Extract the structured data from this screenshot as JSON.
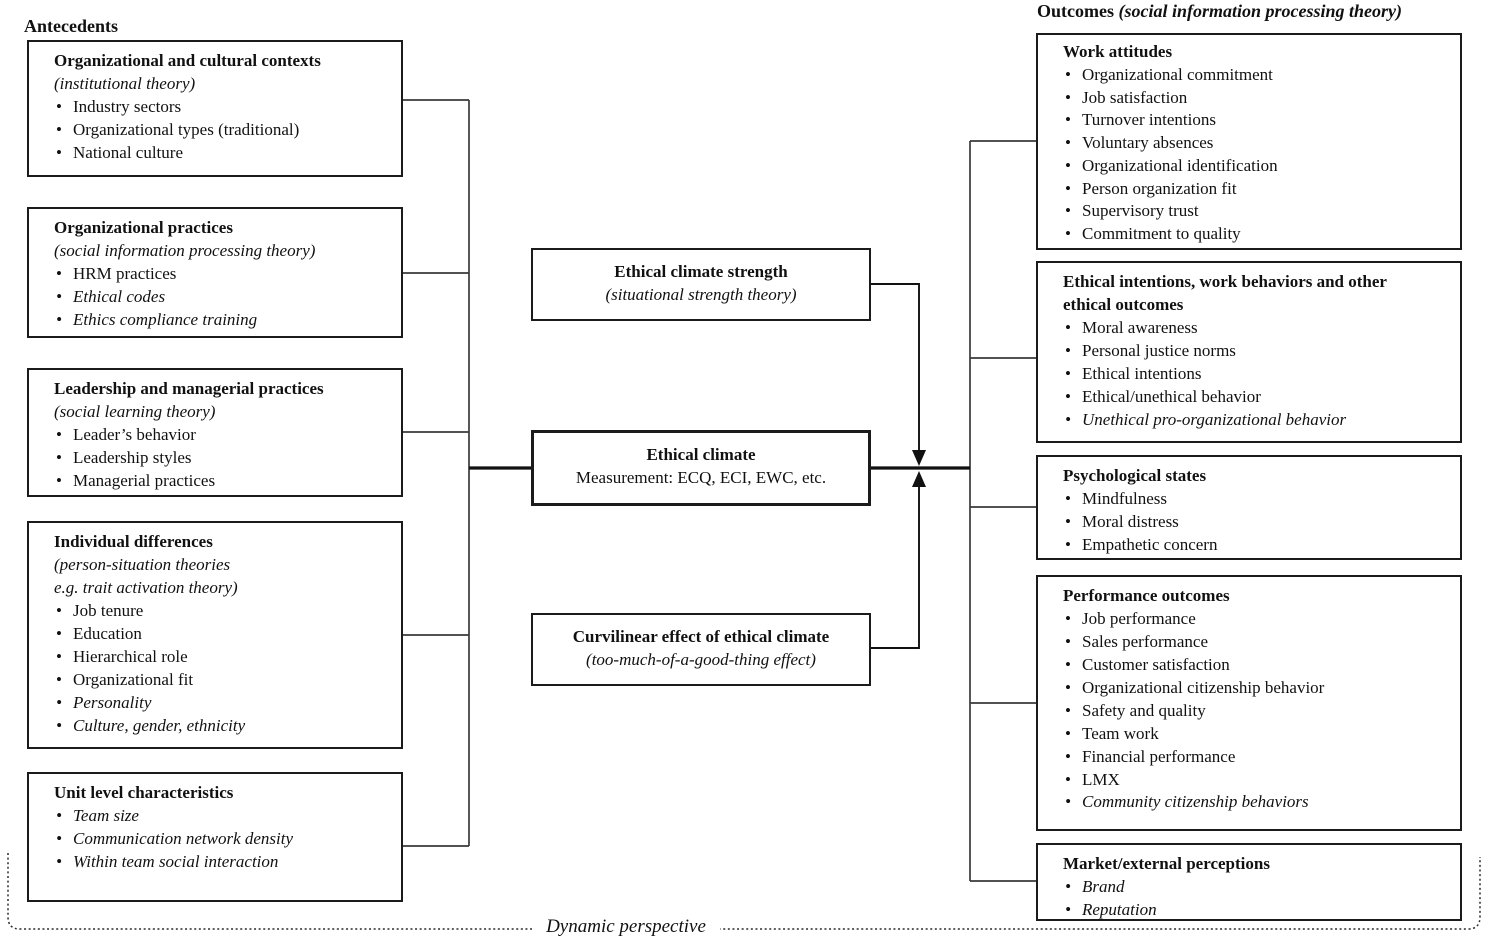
{
  "labels": {
    "antecedents": "Antecedents",
    "outcomes": "Outcomes",
    "outcomes_theory": "(social information processing theory)",
    "dynamic_perspective": "Dynamic perspective"
  },
  "antecedent_boxes": [
    {
      "title": "Organizational and cultural contexts",
      "subtitle": "(institutional theory)",
      "items": [
        {
          "text": "Industry sectors",
          "italic": false
        },
        {
          "text": "Organizational types (traditional)",
          "italic": false
        },
        {
          "text": "National culture",
          "italic": false
        }
      ]
    },
    {
      "title": "Organizational practices",
      "subtitle": "(social information processing theory)",
      "items": [
        {
          "text": "HRM practices",
          "italic": false
        },
        {
          "text": "Ethical codes",
          "italic": true
        },
        {
          "text": "Ethics compliance training",
          "italic": true
        }
      ]
    },
    {
      "title": "Leadership and managerial practices",
      "subtitle": "(social learning theory)",
      "items": [
        {
          "text": "Leader’s behavior",
          "italic": false
        },
        {
          "text": "Leadership styles",
          "italic": false
        },
        {
          "text": "Managerial practices",
          "italic": false
        }
      ]
    },
    {
      "title": "Individual differences",
      "subtitle": "(person-situation theories\n e.g. trait activation theory)",
      "items": [
        {
          "text": "Job tenure",
          "italic": false
        },
        {
          "text": "Education",
          "italic": false
        },
        {
          "text": "Hierarchical role",
          "italic": false
        },
        {
          "text": "Organizational fit",
          "italic": false
        },
        {
          "text": "Personality",
          "italic": true
        },
        {
          "text": "Culture, gender, ethnicity",
          "italic": true
        }
      ]
    },
    {
      "title": "Unit level characteristics",
      "subtitle": "",
      "items": [
        {
          "text": "Team size",
          "italic": true
        },
        {
          "text": "Communication network density",
          "italic": true
        },
        {
          "text": "Within team social interaction",
          "italic": true
        }
      ]
    }
  ],
  "center_boxes": [
    {
      "title": "Ethical climate strength",
      "subtitle": "(situational strength theory)"
    },
    {
      "title": "Ethical climate",
      "subtitle": "Measurement: ECQ, ECI, EWC, etc."
    },
    {
      "title": "Curvilinear effect of ethical climate",
      "subtitle": "(too-much-of-a-good-thing effect)"
    }
  ],
  "outcome_boxes": [
    {
      "title": "Work attitudes",
      "items": [
        {
          "text": "Organizational commitment",
          "italic": false
        },
        {
          "text": "Job satisfaction",
          "italic": false
        },
        {
          "text": "Turnover intentions",
          "italic": false
        },
        {
          "text": "Voluntary absences",
          "italic": false
        },
        {
          "text": "Organizational identification",
          "italic": false
        },
        {
          "text": "Person organization fit",
          "italic": false
        },
        {
          "text": "Supervisory trust",
          "italic": false
        },
        {
          "text": "Commitment to quality",
          "italic": false
        }
      ]
    },
    {
      "title": "Ethical intentions, work behaviors and other ethical outcomes",
      "items": [
        {
          "text": "Moral awareness",
          "italic": false
        },
        {
          "text": "Personal justice norms",
          "italic": false
        },
        {
          "text": "Ethical intentions",
          "italic": false
        },
        {
          "text": "Ethical/unethical behavior",
          "italic": false
        },
        {
          "text": "Unethical pro-organizational behavior",
          "italic": true
        }
      ]
    },
    {
      "title": "Psychological states",
      "items": [
        {
          "text": "Mindfulness",
          "italic": false
        },
        {
          "text": "Moral distress",
          "italic": false
        },
        {
          "text": "Empathetic concern",
          "italic": false
        }
      ]
    },
    {
      "title": "Performance outcomes",
      "items": [
        {
          "text": "Job performance",
          "italic": false
        },
        {
          "text": "Sales performance",
          "italic": false
        },
        {
          "text": "Customer satisfaction",
          "italic": false
        },
        {
          "text": "Organizational citizenship behavior",
          "italic": false
        },
        {
          "text": "Safety and quality",
          "italic": false
        },
        {
          "text": "Team work",
          "italic": false
        },
        {
          "text": "Financial performance",
          "italic": false
        },
        {
          "text": "LMX",
          "italic": false
        },
        {
          "text": "Community citizenship behaviors",
          "italic": true
        }
      ]
    },
    {
      "title": "Market/external perceptions",
      "items": [
        {
          "text": "Brand",
          "italic": true
        },
        {
          "text": "Reputation",
          "italic": true
        }
      ]
    }
  ]
}
